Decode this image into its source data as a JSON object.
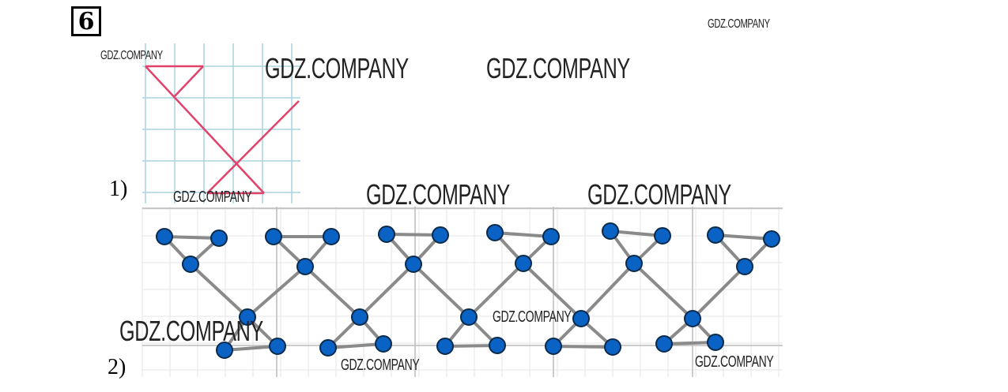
{
  "task_number": "6",
  "parts": [
    {
      "label": "1)"
    },
    {
      "label": "2)"
    }
  ],
  "watermark": "GDZ.COMPANY",
  "colors": {
    "pink_line": "#e0426a",
    "grid_blue": "#a8d4e4",
    "node_blue": "#0a62c4",
    "edge_gray": "#8a8a8a"
  }
}
